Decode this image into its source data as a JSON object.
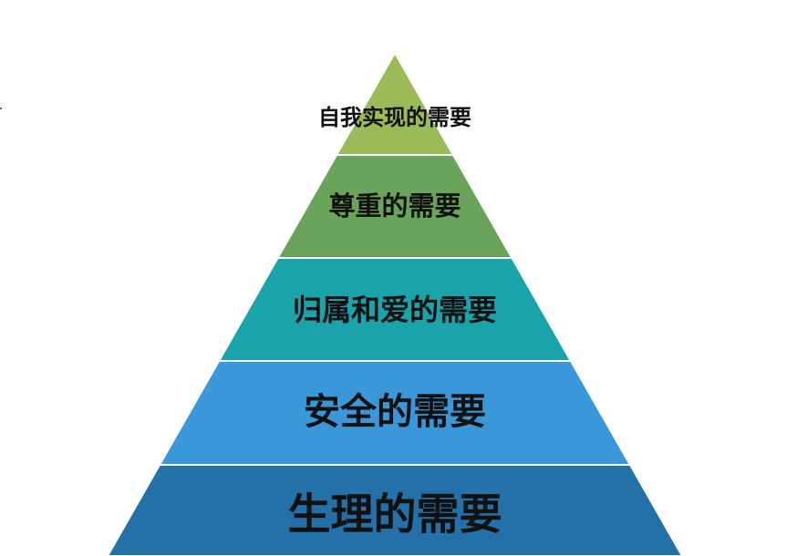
{
  "diagram": {
    "levels": [
      {
        "label": "自我实现的需要",
        "color": "#9BBB59"
      },
      {
        "label": "尊重的需要",
        "color": "#6AA35A"
      },
      {
        "label": "归属和爱的需要",
        "color": "#1BA3AB"
      },
      {
        "label": "安全的需要",
        "color": "#3A97D9"
      },
      {
        "label": "生理的需要",
        "color": "#2371A8"
      }
    ],
    "separator_color": "#ffffff"
  }
}
